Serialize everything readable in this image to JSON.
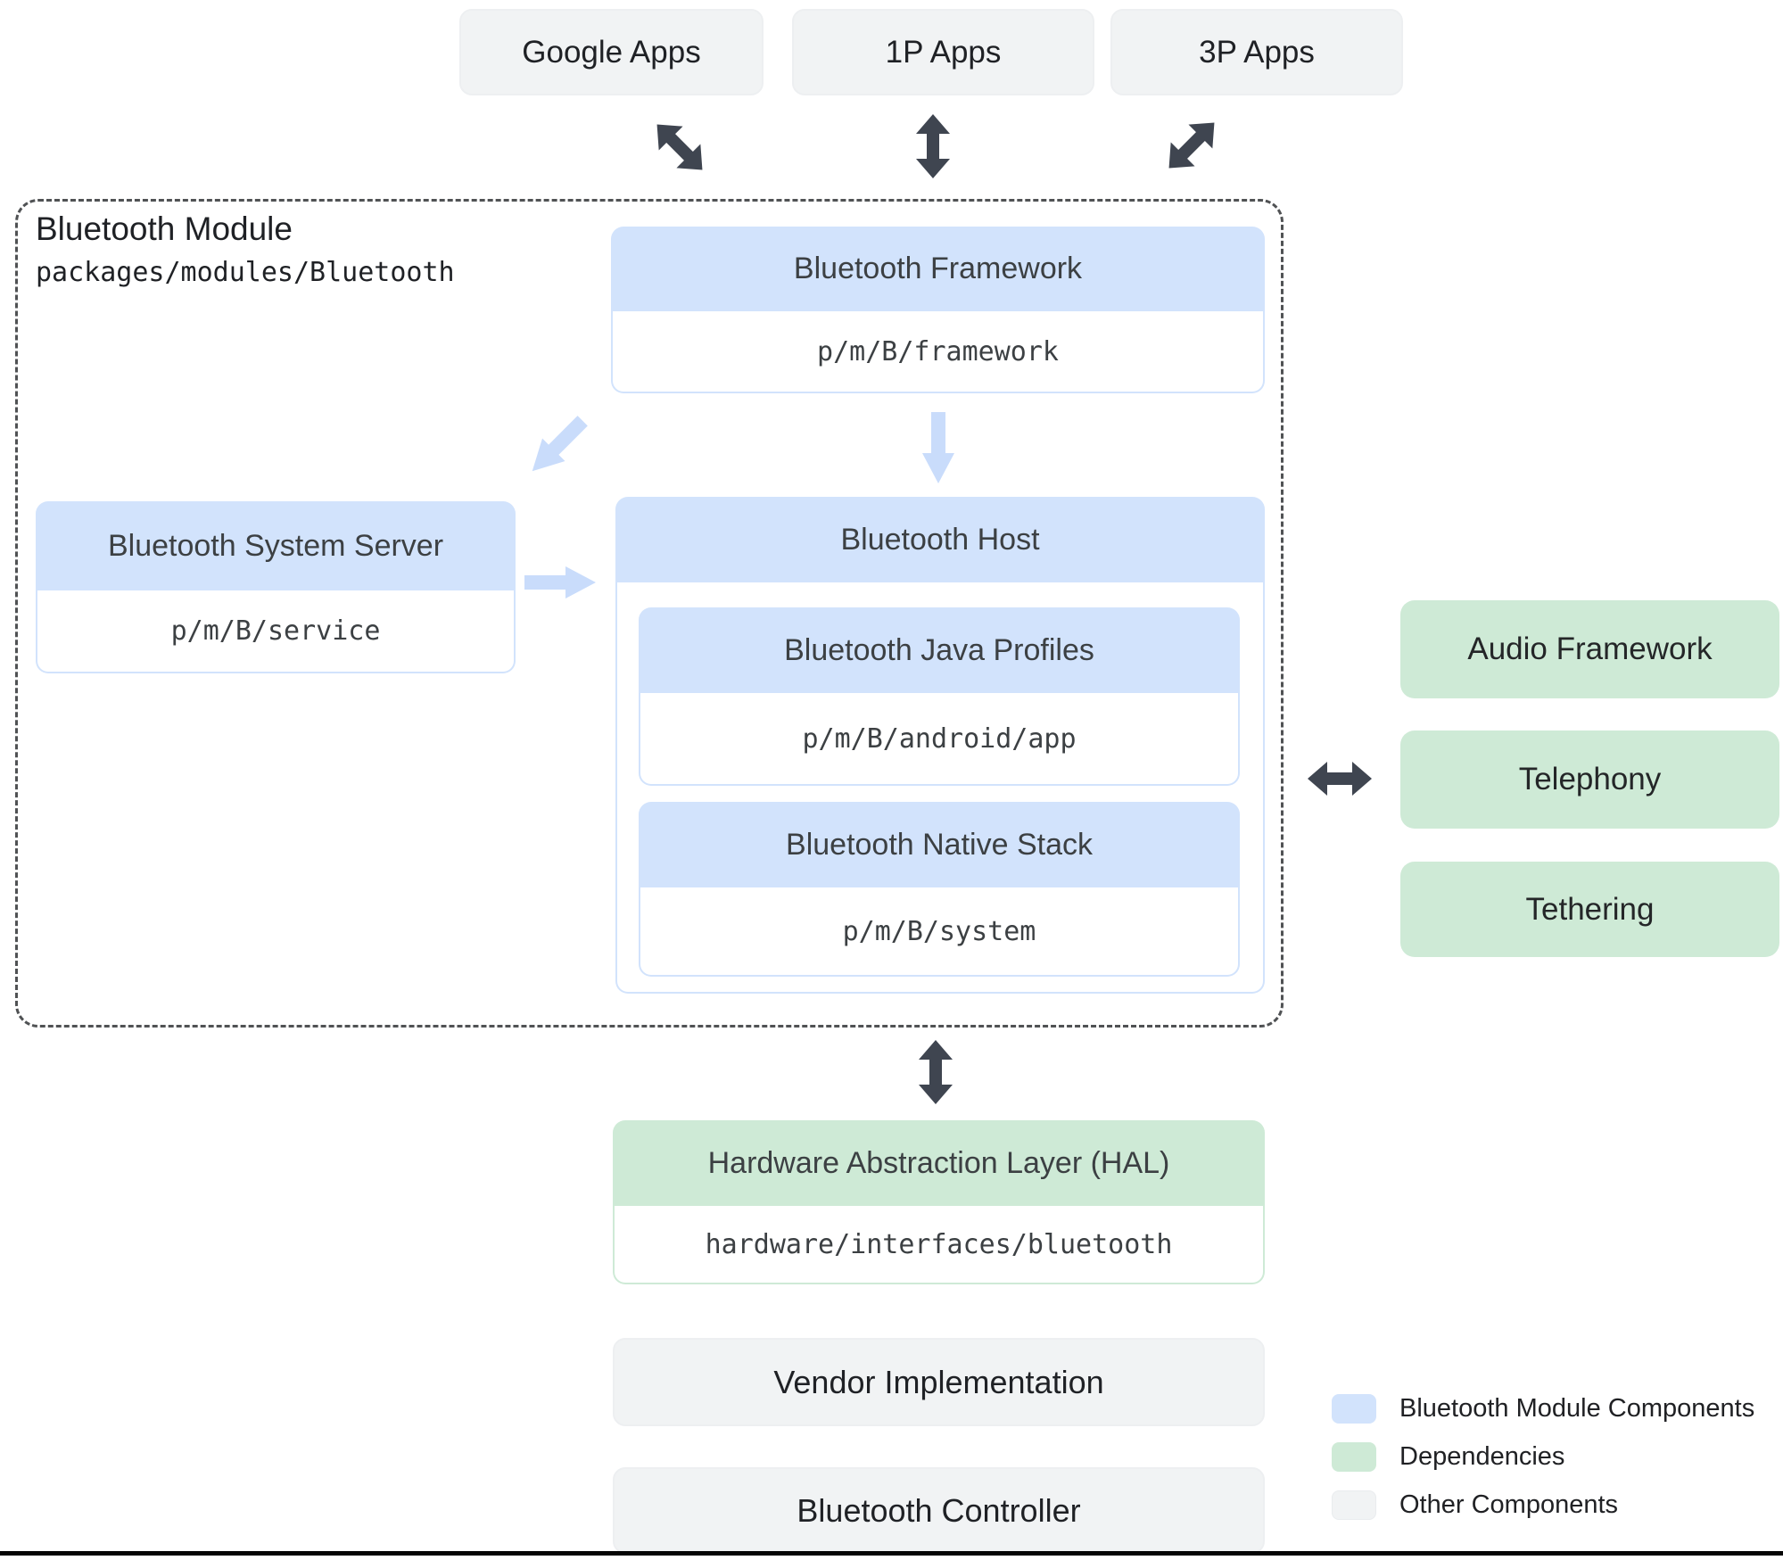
{
  "top_apps": [
    {
      "label": "Google Apps"
    },
    {
      "label": "1P Apps"
    },
    {
      "label": "3P Apps"
    }
  ],
  "module": {
    "title": "Bluetooth Module",
    "path": "packages/modules/Bluetooth",
    "framework": {
      "title": "Bluetooth Framework",
      "path": "p/m/B/framework"
    },
    "system_server": {
      "title": "Bluetooth System Server",
      "path": "p/m/B/service"
    },
    "host": {
      "title": "Bluetooth Host",
      "children": [
        {
          "title": "Bluetooth Java Profiles",
          "path": "p/m/B/android/app"
        },
        {
          "title": "Bluetooth Native Stack",
          "path": "p/m/B/system"
        }
      ]
    }
  },
  "dependencies": [
    {
      "label": "Audio Framework"
    },
    {
      "label": "Telephony"
    },
    {
      "label": "Tethering"
    }
  ],
  "hal": {
    "title": "Hardware Abstraction Layer (HAL)",
    "path": "hardware/interfaces/bluetooth"
  },
  "other_components": [
    {
      "label": "Vendor Implementation"
    },
    {
      "label": "Bluetooth Controller"
    }
  ],
  "legend": [
    {
      "label": "Bluetooth Module Components",
      "color": "#d2e3fc"
    },
    {
      "label": "Dependencies",
      "color": "#ceead6"
    },
    {
      "label": "Other Components",
      "color": "#f1f3f4"
    }
  ],
  "colors": {
    "module_component": "#d2e3fc",
    "dependency": "#ceead6",
    "other_component": "#f1f3f4",
    "dark_arrow": "#3f4550",
    "light_arrow": "#c9dcfb"
  }
}
